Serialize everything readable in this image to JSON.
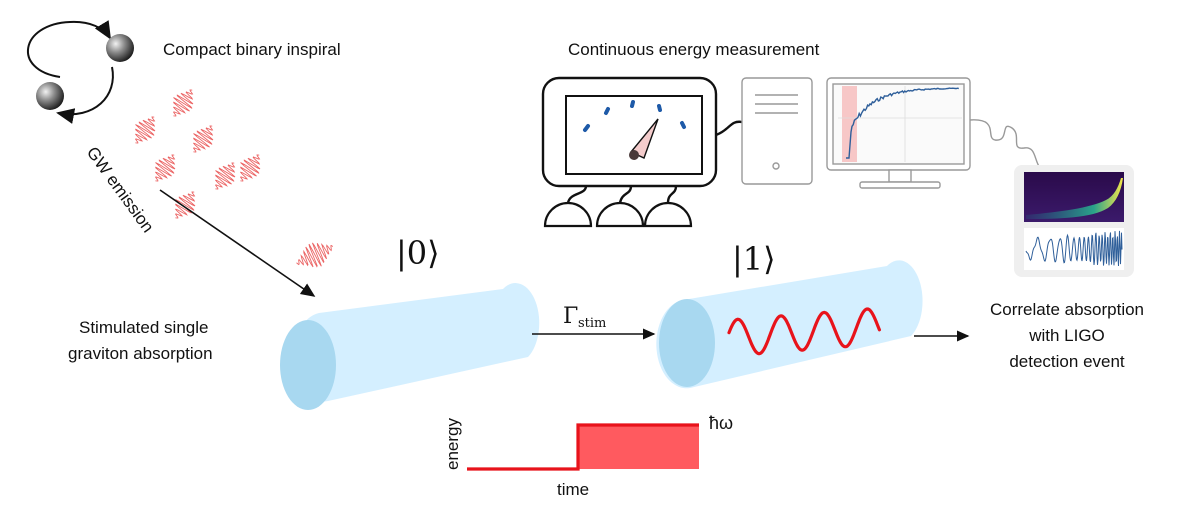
{
  "labels": {
    "inspiral": "Compact binary inspiral",
    "measurement": "Continuous energy measurement",
    "gw_emission": "GW emission",
    "absorption_line1": "Stimulated single",
    "absorption_line2": "graviton absorption",
    "state_ground": "|0⟩",
    "state_excited": "|1⟩",
    "gamma": "Γ",
    "gamma_sub": "stim",
    "correlate_line1": "Correlate absorption",
    "correlate_line2": "with LIGO",
    "correlate_line3": "detection event",
    "energy_axis": "energy",
    "time_axis": "time",
    "hbar_omega": "ħω"
  },
  "colors": {
    "cylinder_body": "#d4efff",
    "cylinder_face": "#a8d8f0",
    "wave_red": "#e8131b",
    "step_fill": "#ff5a5f",
    "step_line": "#e8131b",
    "gw_packet": "#e84a4a",
    "dial_tick": "#1e5aa8",
    "needle": "#f4cccc",
    "strain_line": "#2f5f9a"
  }
}
